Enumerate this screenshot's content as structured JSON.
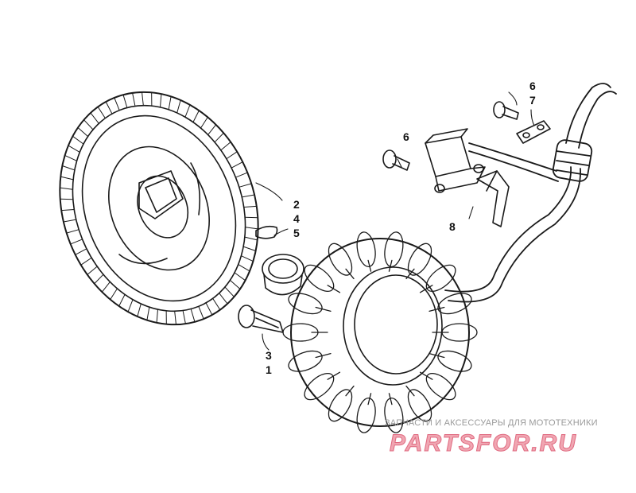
{
  "callouts": [
    {
      "id": "c2",
      "text": "2"
    },
    {
      "id": "c4",
      "text": "4"
    },
    {
      "id": "c5",
      "text": "5"
    },
    {
      "id": "c3",
      "text": "3"
    },
    {
      "id": "c1",
      "text": "1"
    },
    {
      "id": "c6a",
      "text": "6"
    },
    {
      "id": "c7",
      "text": "7"
    },
    {
      "id": "c6b",
      "text": "6"
    },
    {
      "id": "c8",
      "text": "8"
    }
  ],
  "watermark": {
    "subtitle": "ЗАПЧАСТИ И АКСЕССУАРЫ ДЛЯ МОТОТЕХНИКИ",
    "logo": "PARTSFOR.RU"
  },
  "colors": {
    "line": "#1a1a1a",
    "watermark": "#f0a6b2"
  }
}
